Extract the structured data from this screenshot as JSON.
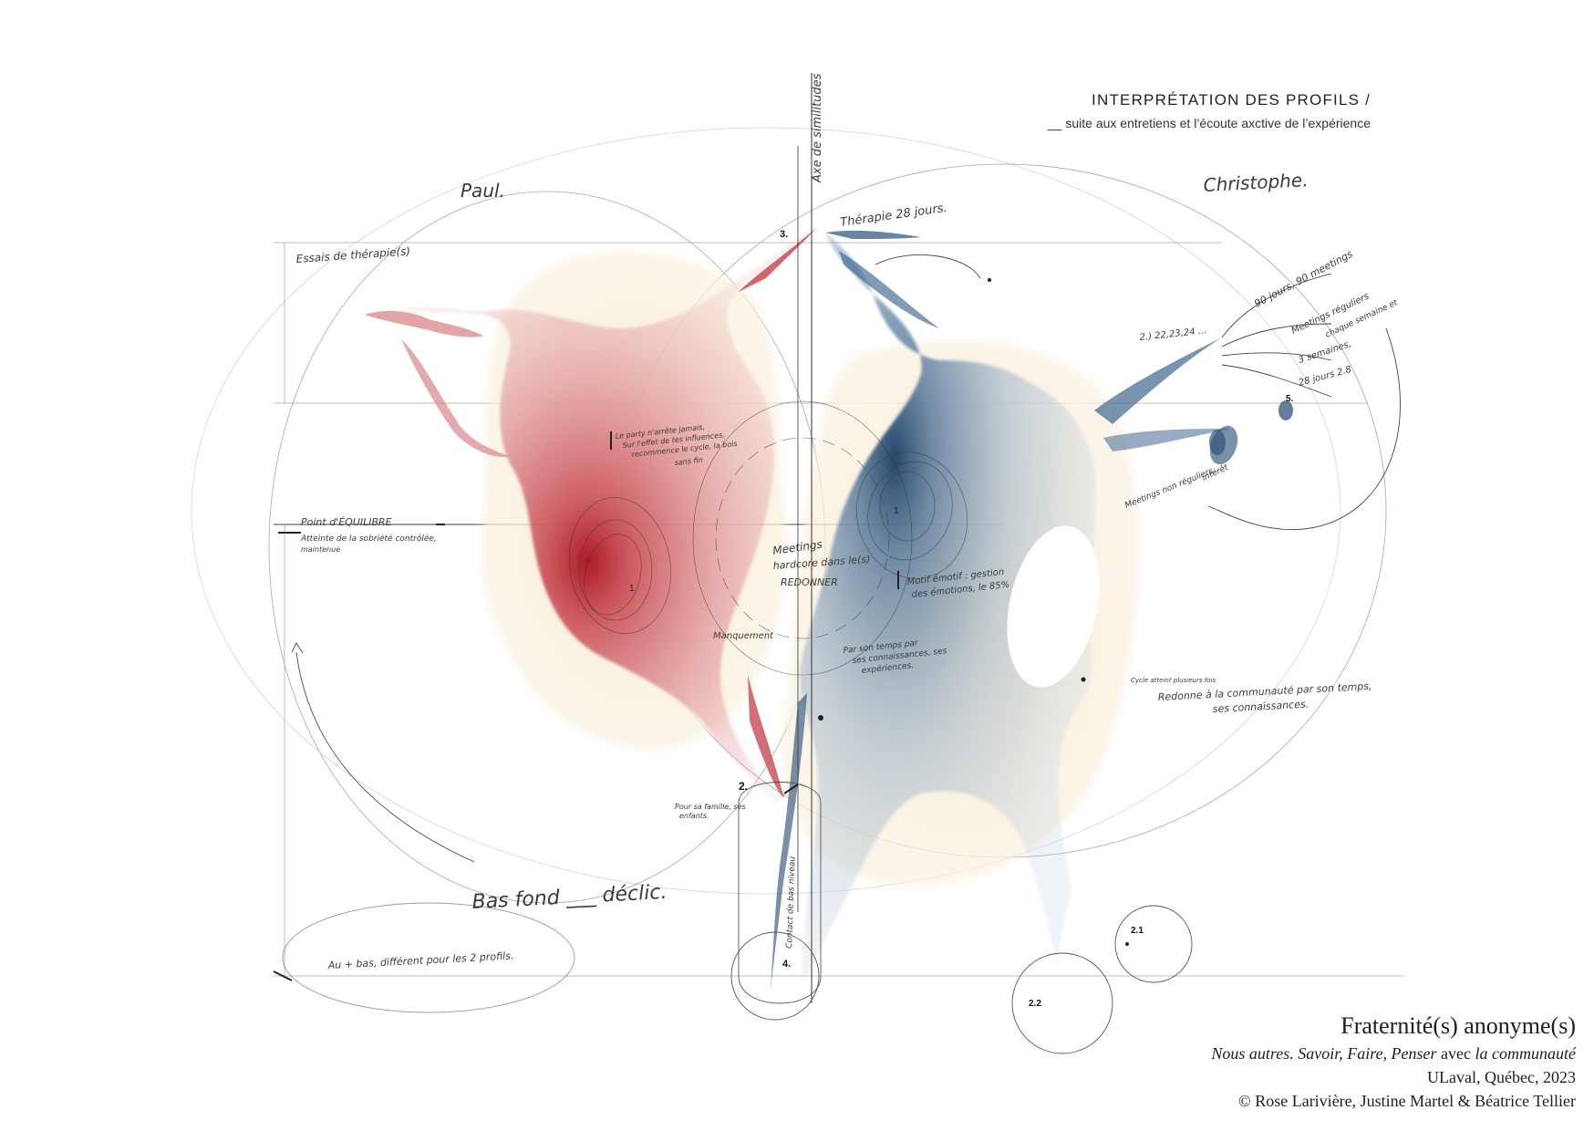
{
  "header": {
    "title": "INTERPRÉTATION DES PROFILS /",
    "subtitle": "__ suite aux entretiens et l’écoute axctive de l’expérience"
  },
  "profiles": {
    "left_name": "Paul.",
    "right_name": "Christophe."
  },
  "axis_label": "Axe de similitudes",
  "annotations": {
    "essais_therapie": "Essais de thérapie(s)",
    "point_equilibre": "Point d'ÉQUILIBRE",
    "atteinte_sobriete": "Atteinte de la sobriété contrôlée,",
    "maintenue": "maintenue",
    "therapie_28": "Thérapie 28 jours.",
    "marker_3": "3.",
    "marker_2_left": "2.",
    "marker_4": "4.",
    "marker_1_left": "1",
    "marker_1_right": "1",
    "marker_5": "5.",
    "marker_2_1": "2.1",
    "marker_2_2": "2.2",
    "marker_2_series": "2.) 22,23,24 ...",
    "le_party_1": "Le party n'arrête jamais,",
    "le_party_2": "Sur l'effet de tes influences,",
    "le_party_3": "recommence le cycle, la bois",
    "le_party_4": "sans fin",
    "meetings_1": "Meetings",
    "meetings_2": "hardcore dans le(s)",
    "redonner": "REDONNER",
    "manquement": "Manquement",
    "motif_1": "Motif émotif : gestion",
    "motif_2": "des émotions, le 85%",
    "par_son_temps_1": "Par son temps par",
    "par_son_temps_2": "ses connaissances, ses",
    "par_son_temps_3": "expériences.",
    "pour_famille_1": "Pour sa famille, ses",
    "pour_famille_2": "enfants.",
    "bas_fond": "Bas fond ___ déclic.",
    "au_plus_bas": "Au + bas, différent pour les 2 profils.",
    "jours_90": "90 jours, 90 meetings",
    "meetings_reguliers_1": "Meetings réguliers",
    "meetings_reguliers_2": "chaque semaine et",
    "semaines_3": "3 semaines,",
    "jours_28": "28 jours 2.8",
    "meetings_non_reguliers": "Meetings non réguliers",
    "interet": "intérêt",
    "cycle_atteint": "Cycle atteint plusieurs fois",
    "redonne_1": "Redonne à la communauté par son temps,",
    "redonne_2": "ses connaissances.",
    "contact_label": "Contact de bas niveau"
  },
  "colors": {
    "paul_red": "#c8404a",
    "christophe_blue": "#2f5479",
    "beige": "#f6ead3",
    "pencil": "#555555"
  },
  "credits": {
    "title": "Fraternité(s) anonyme(s)",
    "line1_italic": "Nous autres. Savoir, Faire, Penser",
    "line1_plain": " avec ",
    "line1_italic2": "la communauté",
    "line2": "ULaval, Québec, 2023",
    "line3": "© Rose Larivière, Justine Martel & Béatrice Tellier"
  }
}
